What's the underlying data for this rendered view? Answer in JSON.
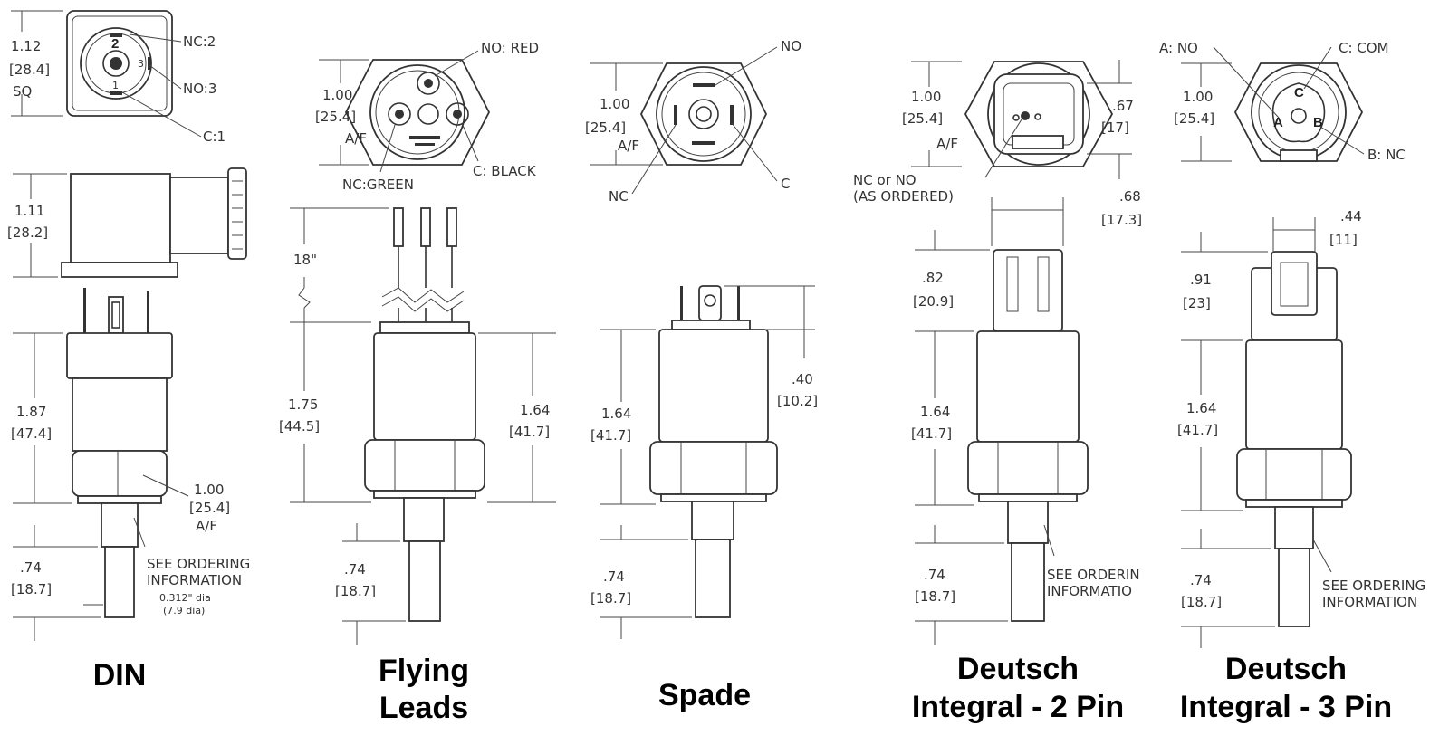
{
  "variants": [
    {
      "title_lines": [
        "DIN"
      ],
      "top_labels": [
        "NC:2",
        "NO:3",
        "C:1"
      ],
      "top_pins": [
        "2",
        "3",
        "1"
      ],
      "dims": [
        {
          "value": "1.12",
          "mm": "[28.4]",
          "extra": "SQ"
        },
        {
          "value": "1.11",
          "mm": "[28.2]"
        },
        {
          "value": "1.87",
          "mm": "[47.4]"
        },
        {
          "value": "1.00",
          "mm": "[25.4]",
          "extra": "A/F"
        },
        {
          "value": ".74",
          "mm": "[18.7]"
        }
      ],
      "notes": [
        "SEE ORDERING",
        "INFORMATION",
        "0.312\" dia",
        "(7.9 dia)"
      ]
    },
    {
      "title_lines": [
        "Flying",
        "Leads"
      ],
      "top_labels": [
        "NO: RED",
        "C: BLACK",
        "NC:GREEN"
      ],
      "dims": [
        {
          "value": "1.00",
          "mm": "[25.4]",
          "extra": "A/F"
        },
        {
          "value": "18\""
        },
        {
          "value": "1.75",
          "mm": "[44.5]"
        },
        {
          "value": "1.64",
          "mm": "[41.7]"
        },
        {
          "value": ".74",
          "mm": "[18.7]"
        }
      ]
    },
    {
      "title_lines": [
        "Spade"
      ],
      "top_labels": [
        "NO",
        "C",
        "NC"
      ],
      "dims": [
        {
          "value": "1.00",
          "mm": "[25.4]",
          "extra": "A/F"
        },
        {
          "value": ".40",
          "mm": "[10.2]"
        },
        {
          "value": "1.64",
          "mm": "[41.7]"
        },
        {
          "value": ".74",
          "mm": "[18.7]"
        }
      ]
    },
    {
      "title_lines": [
        "Deutsch",
        "Integral - 2 Pin"
      ],
      "top_labels": [
        "NC or NO",
        "(AS ORDERED)"
      ],
      "dims": [
        {
          "value": "1.00",
          "mm": "[25.4]",
          "extra": "A/F"
        },
        {
          "value": ".67",
          "mm": "[17]"
        },
        {
          "value": ".68",
          "mm": "[17.3]"
        },
        {
          "value": ".82",
          "mm": "[20.9]"
        },
        {
          "value": "1.64",
          "mm": "[41.7]"
        },
        {
          "value": ".74",
          "mm": "[18.7]"
        }
      ],
      "notes": [
        "SEE ORDERIN",
        "INFORMATIO"
      ]
    },
    {
      "title_lines": [
        "Deutsch",
        "Integral - 3 Pin"
      ],
      "top_labels": [
        "A: NO",
        "C: COM",
        "B: NC"
      ],
      "top_pins": [
        "C",
        "A",
        "B"
      ],
      "dims": [
        {
          "value": "1.00",
          "mm": "[25.4]"
        },
        {
          "value": ".44",
          "mm": "[11]"
        },
        {
          "value": ".91",
          "mm": "[23]"
        },
        {
          "value": "1.64",
          "mm": "[41.7]"
        },
        {
          "value": ".74",
          "mm": "[18.7]"
        }
      ],
      "notes": [
        "SEE ORDERING",
        "INFORMATION"
      ]
    }
  ]
}
